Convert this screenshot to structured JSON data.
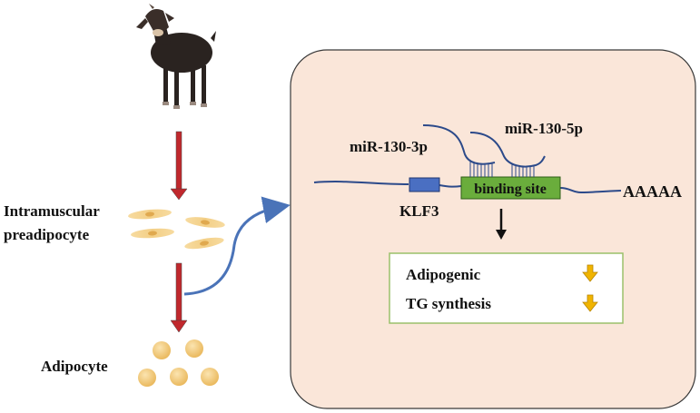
{
  "labels": {
    "preadipocyte_line1": "Intramuscular",
    "preadipocyte_line2": "preadipocyte",
    "adipocyte": "Adipocyte",
    "mir_3p": "miR-130-3p",
    "mir_5p": "miR-130-5p",
    "binding_site": "binding site",
    "klf3": "KLF3",
    "polya": "AAAAA",
    "adipogenic": "Adipogenic",
    "tg_synthesis": "TG synthesis"
  },
  "colors": {
    "panel_fill": "#fae6d9",
    "panel_stroke": "#3a3a3a",
    "arrow_red": "#c0282d",
    "arrow_blue": "#4a73b8",
    "mrna_line": "#2c4a8a",
    "klf3_box": "#4a6fc2",
    "binding_box": "#6aad3c",
    "result_box_border": "#9ac06a",
    "down_arrow": "#f0b400",
    "cell_fill": "#f5cc7a"
  },
  "icons": {
    "goat": "goat-illustration",
    "down": "down-arrow-icon"
  }
}
